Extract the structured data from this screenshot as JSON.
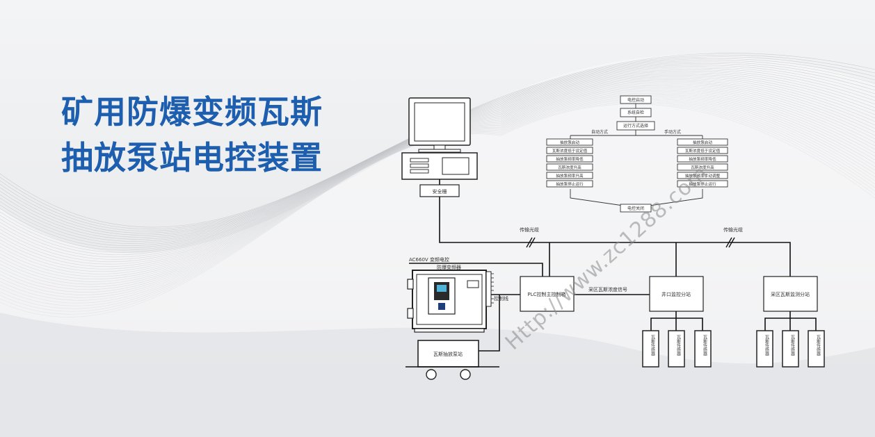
{
  "title": {
    "line1": "矿用防爆变频瓦斯",
    "line2": "抽放泵站电控装置"
  },
  "colors": {
    "title": "#1d5fae",
    "background": "#e9eaec",
    "line": "#111111",
    "watermark": "#8a8a8a"
  },
  "diagram": {
    "safety_barrier": "安全栅",
    "signal_transmission": [
      "传输光缆",
      "传输光缆"
    ],
    "ac_label": "AC660V 变频电控",
    "inverter_label": "防爆变频器",
    "control_line": "控制线",
    "plc": "PLC控制主控制箱",
    "gas_signal": "采区瓦斯浓度信号",
    "surface_substation": "井口监控分站",
    "area_substation": "采区瓦斯监测分站",
    "pump_station": "瓦斯抽放泵站",
    "surface_sensors": [
      "瓦斯传感器",
      "瓦斯传感器",
      "瓦斯传感器"
    ],
    "area_sensors": [
      "瓦斯传感器",
      "瓦斯传感器",
      "瓦斯传感器"
    ],
    "flowchart": {
      "start": "电控启动",
      "self_check": "系统自检",
      "mode_select": "运行方式选择",
      "auto_mode": "自动方式",
      "manual_mode": "手动方式",
      "auto_steps": [
        "抽放泵启动",
        "瓦斯浓度低于设定值",
        "抽放泵频率降低",
        "瓦斯浓度升高",
        "抽放泵频率升高",
        "抽放泵停止运行"
      ],
      "manual_steps": [
        "抽放泵启动",
        "瓦斯浓度低于设定值",
        "抽放泵频率降低",
        "瓦斯浓度升高",
        "抽放泵频率手动调整",
        "抽放泵停止运行"
      ],
      "end": "电控关闭"
    }
  },
  "watermark": "Http://www.zc1288.com"
}
